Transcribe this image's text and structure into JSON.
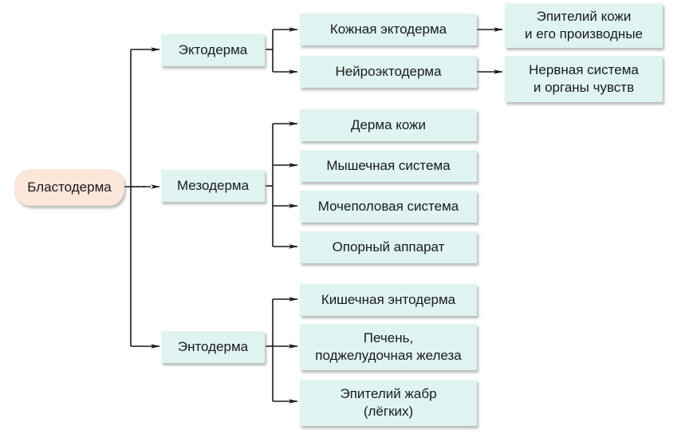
{
  "diagram": {
    "root": {
      "label": "Бластодерма"
    },
    "layers": [
      {
        "label": "Эктодерма",
        "children": [
          {
            "label": "Кожная эктодерма",
            "result": "Эпителий кожи\nи его производные"
          },
          {
            "label": "Нейроэктодерма",
            "result": "Нервная система\nи органы чувств"
          }
        ]
      },
      {
        "label": "Мезодерма",
        "children": [
          {
            "label": "Дерма кожи"
          },
          {
            "label": "Мышечная система"
          },
          {
            "label": "Мочеполовая система"
          },
          {
            "label": "Опорный аппарат"
          }
        ]
      },
      {
        "label": "Энтодерма",
        "children": [
          {
            "label": "Кишечная энтодерма"
          },
          {
            "label": "Печень,\nподжелудочная железа"
          },
          {
            "label": "Эпителий жабр\n(лёгких)"
          }
        ]
      }
    ],
    "colors": {
      "root_fill": "#fbe6da",
      "node_fill": "#dff4f1",
      "connector": "#1a1a1a"
    }
  }
}
